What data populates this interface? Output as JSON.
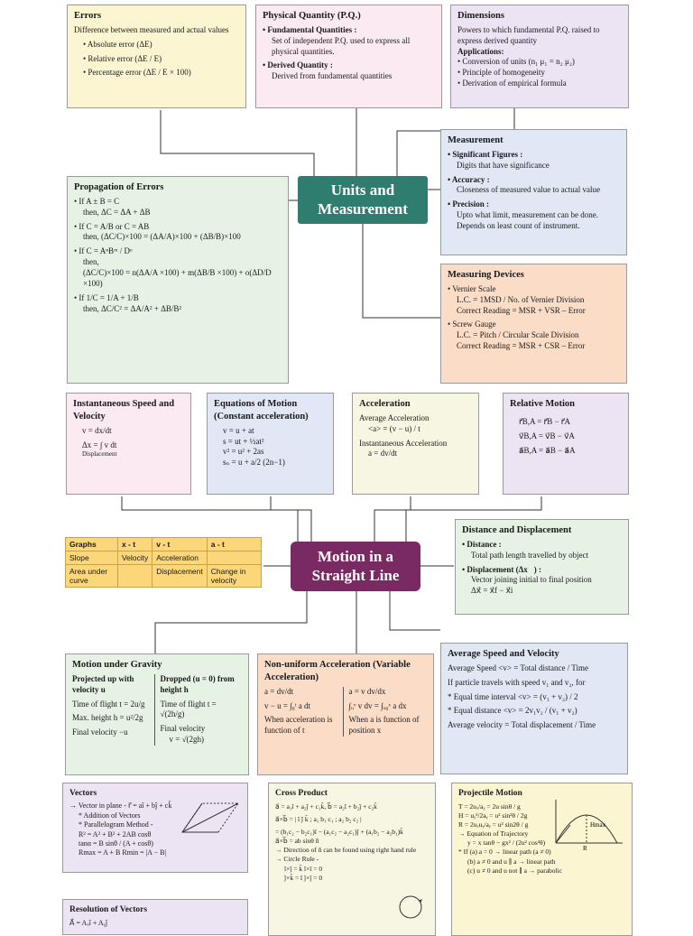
{
  "errors": {
    "title": "Errors",
    "desc": "Difference between measured and actual values",
    "items": [
      "Absolute error (ΔE)",
      "Relative error (ΔE / E)",
      "Percentage error (ΔE / E × 100)"
    ]
  },
  "pq": {
    "title": "Physical Quantity (P.Q.)",
    "fund_title": "• Fundamental Quantities :",
    "fund_desc": "Set of independent P.Q. used to express all physical quantities.",
    "der_title": "• Derived Quantity :",
    "der_desc": "Derived from fundamental quantities"
  },
  "dimensions": {
    "title": "Dimensions",
    "desc": "Powers to which fundamental P.Q. raised to express derived quantity",
    "app_title": "Applications:",
    "apps": [
      "Conversion of units (n₁ μ₁ = n₂ μ₂)",
      "Principle of homogeneity",
      "Derivation of empirical formula"
    ]
  },
  "measurement": {
    "title": "Measurement",
    "sig_title": "• Significant Figures :",
    "sig_desc": "Digits that have significance",
    "acc_title": "• Accuracy :",
    "acc_desc": "Closeness of measured value to actual value",
    "pre_title": "• Precision :",
    "pre_desc": "Upto what limit, measurement can be done. Depends on least count of instrument."
  },
  "units_center": {
    "title": "Units and Measurement"
  },
  "propagation": {
    "title": "Propagation of Errors",
    "lines": [
      "• If A ± B = C",
      "then, ΔC = ΔA + ΔB",
      "• If C = A/B or C = AB",
      "then, (ΔC/C)×100 = (ΔA/A)×100 + (ΔB/B)×100",
      "• If C = AⁿBᵐ / Dᵒ",
      "then,",
      "(ΔC/C)×100 = n(ΔA/A ×100) + m(ΔB/B ×100) + o(ΔD/D ×100)",
      "• If 1/C = 1/A + 1/B",
      "then, ΔC/C² = ΔA/A² + ΔB/B²"
    ]
  },
  "devices": {
    "title": "Measuring Devices",
    "vernier": "• Vernier Scale",
    "vernier_lc": "L.C. = 1MSD / No. of Vernier Division",
    "vernier_read": "Correct Reading = MSR + VSR – Error",
    "screw": "• Screw Gauge",
    "screw_lc": "L.C. = Pitch / Circular Scale Division",
    "screw_read": "Correct Reading = MSR + CSR – Error"
  },
  "inst_speed": {
    "title": "Instantaneous Speed and Velocity",
    "eq1": "v = dx/dt",
    "eq2": "Δx = ∫ v dt",
    "note": "Displacement"
  },
  "eq_motion": {
    "title": "Equations of Motion (Constant acceleration)",
    "eqs": [
      "v = u + at",
      "s = ut + ½at²",
      "v² = u² + 2as",
      "sₙ = u + a/2 (2n−1)"
    ]
  },
  "acceleration": {
    "title": "Acceleration",
    "avg": "Average Acceleration",
    "avg_eq": "<a> = (v − u) / t",
    "inst": "Instantaneous Acceleration",
    "inst_eq": "a = dv/dt"
  },
  "relative": {
    "title": "Relative Motion",
    "eqs": [
      "r⃗B,A = r⃗B − r⃗A",
      "v⃗B,A = v⃗B − v⃗A",
      "a⃗B,A = a⃗B − a⃗A"
    ]
  },
  "graphs": {
    "headers": [
      "Graphs",
      "x - t",
      "v - t",
      "a - t"
    ],
    "rows": [
      [
        "Slope",
        "Velocity",
        "Acceleration",
        ""
      ],
      [
        "Area under curve",
        "",
        "Displacement",
        "Change in velocity"
      ]
    ]
  },
  "motion_center": {
    "title": "Motion in a Straight Line"
  },
  "distance": {
    "title": "Distance and Displacement",
    "dist_title": "• Distance :",
    "dist_desc": "Total path length travelled by object",
    "disp_title": "• Displacement (Δx⃗) :",
    "disp_desc": "Vector joining initial to final position",
    "disp_eq": "Δx⃗ = x⃗f − x⃗i"
  },
  "gravity": {
    "title": "Motion under Gravity",
    "left_title": "Projected up with velocity u",
    "left_lines": [
      "Time of flight t = 2u/g",
      "Max. height h = u²/2g",
      "Final velocity −u"
    ],
    "right_title": "Dropped (u = 0) from height h",
    "right_lines": [
      "Time of flight t = √(2h/g)",
      "Final velocity",
      "v = √(2gh)"
    ]
  },
  "nonuniform": {
    "title": "Non-uniform Acceleration (Variable Acceleration)",
    "left_lines": [
      "a = dv/dt",
      "v − u = ∫₀ᵗ a dt",
      "When acceleration is function of t"
    ],
    "right_lines": [
      "a = v dv/dx",
      "∫ᵤᵛ v dv = ∫ₓ₀ˣ a dx",
      "When a is function of position x"
    ]
  },
  "avg_speed": {
    "title": "Average Speed and Velocity",
    "l1": "Average Speed  <v> = Total distance / Time",
    "l2": "If particle travels with speed v₁ and v₂, for",
    "l3": "* Equal time interval  <v> = (v₁ + v₂) / 2",
    "l4": "* Equal distance  <v> = 2v₁v₂ / (v₁ + v₂)",
    "l5": "Average velocity = Total displacement / Time"
  },
  "vectors": {
    "title": "Vectors",
    "lines": [
      "→ Vector in plane - r⃗ = aî + bĵ + ck̂",
      "* Addition of Vectors",
      "* Parallelogram Method -",
      "R² = A² + B² + 2AB cosθ",
      "tanα = B sinθ / (A + cosθ)",
      "Rmax = A + B   Rmin = |A − B|"
    ]
  },
  "cross": {
    "title": "Cross Product",
    "lines": [
      "a⃗ = a₁î + a₂ĵ + c₁k̂,  b⃗ = a₂î + b₂ĵ + c₂k̂",
      "a⃗×b⃗ = | î ĵ k̂ ; a₁ b₁ c₁ ; a₂ b₂ c₂ |",
      "= (b₁c₂ − b₂c₁)î − (a₁c₂ − a₂c₁)ĵ + (a₁b₂ − a₂b₁)k̂",
      "a⃗×b⃗ = ab sinθ n̂",
      "→ Direction of n̂ can be found using right hand rule",
      "→ Circle Rule -",
      "î×ĵ = k̂   î×î = 0",
      "ĵ×k̂ = î   ĵ×ĵ = 0"
    ]
  },
  "projectile": {
    "title": "Projectile Motion",
    "lines": [
      "T = 2uₓ/aᵧ = 2u sinθ / g",
      "H = uᵧ²/2aᵧ = u² sin²θ / 2g",
      "R = 2uₓuᵧ/aᵧ = u² sin2θ / g",
      "→ Equation of Trajectory",
      "y = x tanθ − gx² / (2u² cos²θ)",
      "* If (a) a = 0 → linear path (a ≠ 0)",
      "(b) a ≠ 0 and u ∥ a → linear path",
      "(c) u ≠ 0 and u not ∥ a → parabolic"
    ],
    "hmax": "Hmax",
    "range": "R"
  },
  "resolution": {
    "title": "Resolution of Vectors",
    "eq": "A⃗ = Aₓî + Aᵧĵ"
  }
}
